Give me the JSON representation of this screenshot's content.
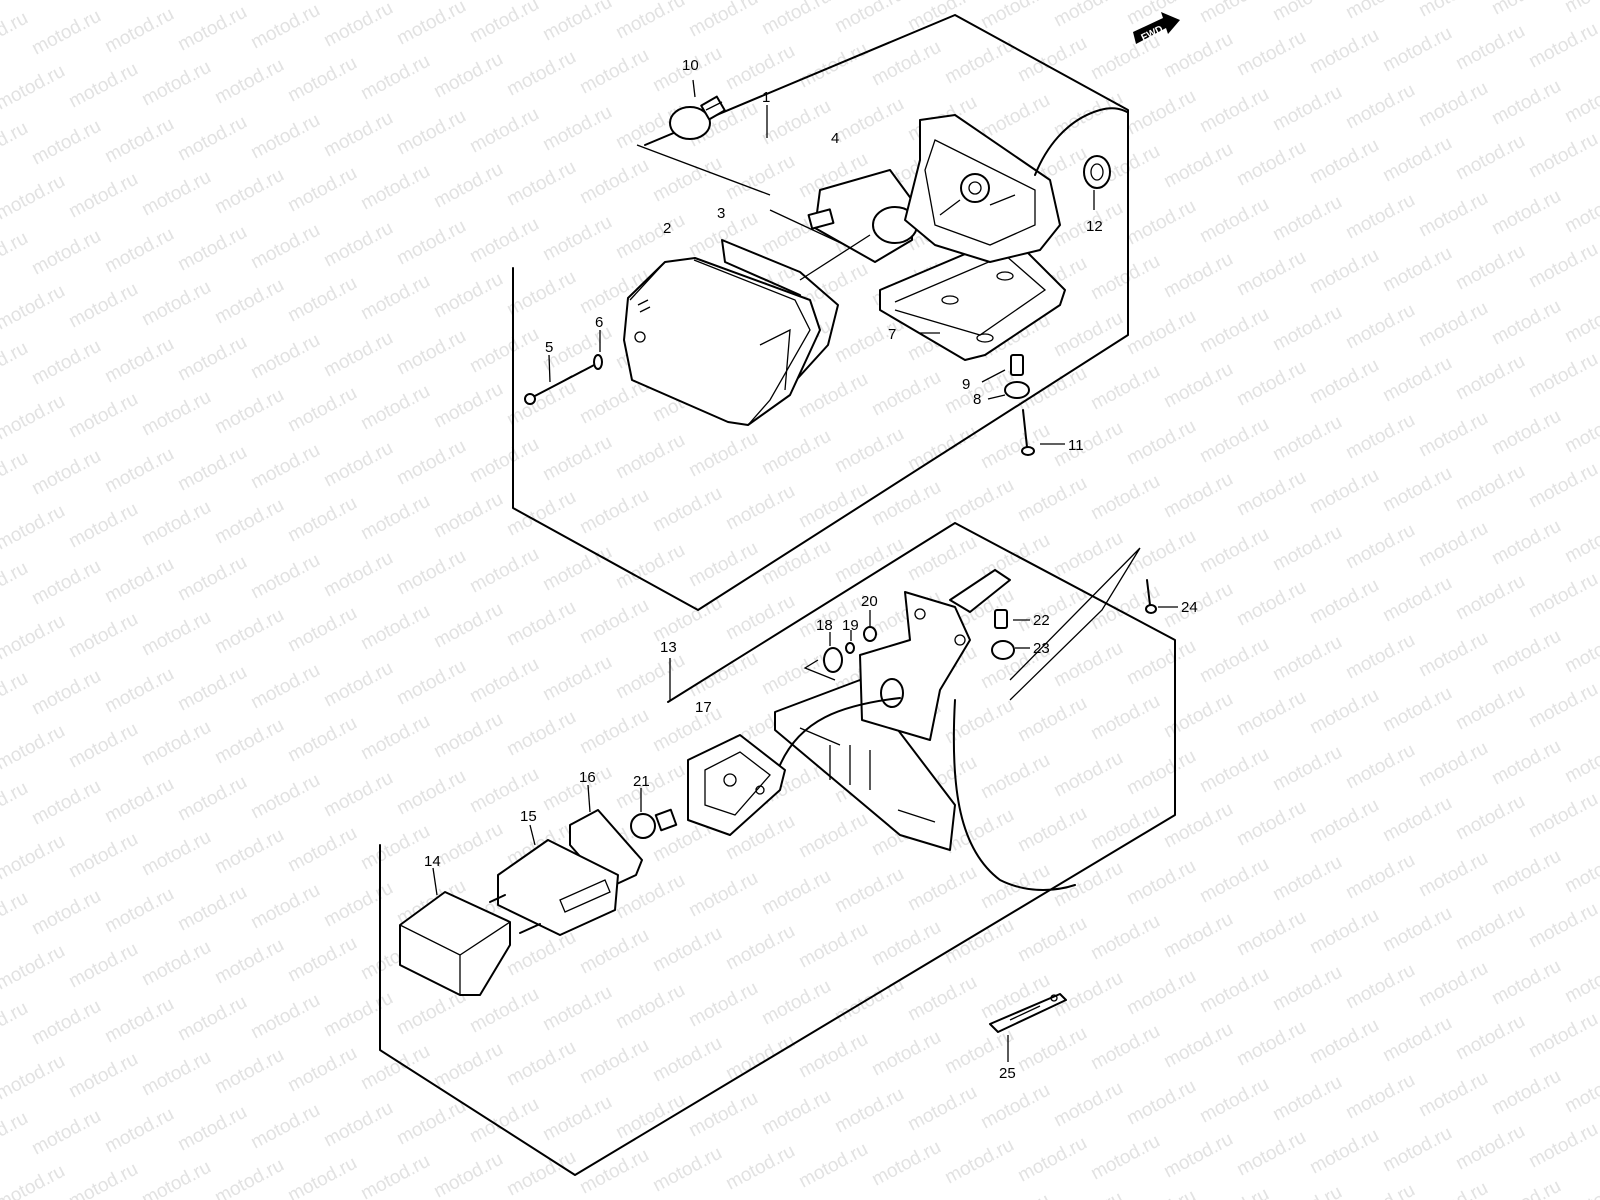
{
  "watermark": {
    "text": "motod.ru",
    "color": "#e2e2e2"
  },
  "direction_badge": {
    "label": "FWD",
    "icon": "forward-arrow-icon"
  },
  "callouts": [
    {
      "id": "c1",
      "label": "1"
    },
    {
      "id": "c2",
      "label": "2"
    },
    {
      "id": "c3",
      "label": "3"
    },
    {
      "id": "c4",
      "label": "4"
    },
    {
      "id": "c5",
      "label": "5"
    },
    {
      "id": "c6",
      "label": "6"
    },
    {
      "id": "c7",
      "label": "7"
    },
    {
      "id": "c8",
      "label": "8"
    },
    {
      "id": "c9",
      "label": "9"
    },
    {
      "id": "c10",
      "label": "10"
    },
    {
      "id": "c11",
      "label": "11"
    },
    {
      "id": "c12",
      "label": "12"
    },
    {
      "id": "c13",
      "label": "13"
    },
    {
      "id": "c14",
      "label": "14"
    },
    {
      "id": "c15",
      "label": "15"
    },
    {
      "id": "c16",
      "label": "16"
    },
    {
      "id": "c17",
      "label": "17"
    },
    {
      "id": "c18",
      "label": "18"
    },
    {
      "id": "c19",
      "label": "19"
    },
    {
      "id": "c20",
      "label": "20"
    },
    {
      "id": "c21",
      "label": "21"
    },
    {
      "id": "c22",
      "label": "22"
    },
    {
      "id": "c23",
      "label": "23"
    },
    {
      "id": "c24",
      "label": "24"
    },
    {
      "id": "c25",
      "label": "25"
    }
  ],
  "colors": {
    "line": "#000000",
    "background": "#ffffff"
  }
}
